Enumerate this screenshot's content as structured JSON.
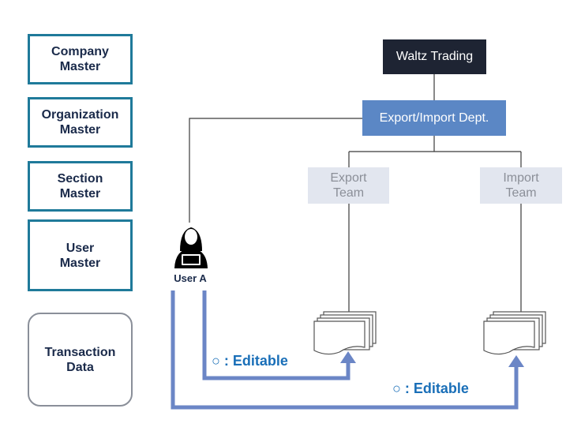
{
  "masters": [
    {
      "label": "Company\nMaster"
    },
    {
      "label": "Organization\nMaster"
    },
    {
      "label": "Section\nMaster"
    },
    {
      "label": "User\nMaster"
    }
  ],
  "transaction": {
    "label": "Transaction\nData"
  },
  "org": {
    "company": "Waltz Trading",
    "department": "Export/Import Dept.",
    "export_team": "Export\nTeam",
    "import_team": "Import\nTeam"
  },
  "user": {
    "label": "User A",
    "icon": "user-icon"
  },
  "documents": {
    "icon": "document-stack-icon"
  },
  "permissions": {
    "export_editable": "○ : Editable",
    "import_editable": "○ : Editable"
  },
  "colors": {
    "master_border": "#1f7a9a",
    "company_fill": "#1e2433",
    "dept_fill": "#5b87c5",
    "team_fill": "#e2e6ef",
    "arrow": "#6b86c6",
    "editable_text": "#1a6fb8"
  }
}
